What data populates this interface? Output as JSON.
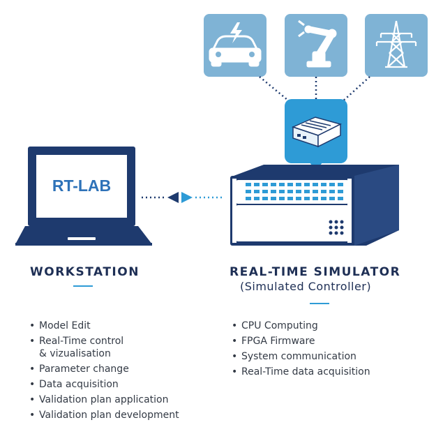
{
  "workstation": {
    "screen_label": "RT-LAB",
    "title": "WORKSTATION",
    "features": [
      "Model Edit",
      "Real-Time control",
      "& vizualisation",
      "Parameter change",
      "Data acquisition",
      "Validation plan application",
      "Validation plan development"
    ]
  },
  "simulator": {
    "title": "REAL-TIME SIMULATOR",
    "subtitle": "(Simulated Controller)",
    "features": [
      "CPU Computing",
      "FPGA Firmware",
      "System communication",
      "Real-Time data acquisition"
    ]
  },
  "devices": [
    {
      "name": "electric-car-icon"
    },
    {
      "name": "robot-arm-icon"
    },
    {
      "name": "power-pylon-icon"
    }
  ],
  "colors": {
    "navy": "#1e3a6e",
    "accent_blue": "#2e9bd6",
    "tile_blue": "#7fb3d5"
  }
}
